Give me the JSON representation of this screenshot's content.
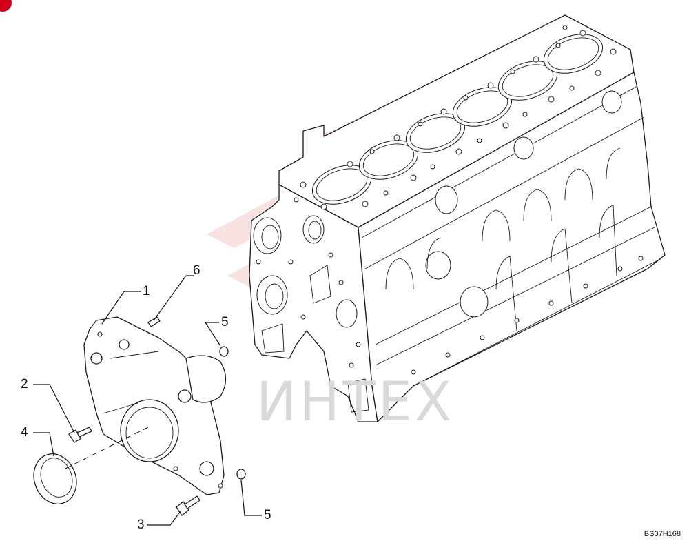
{
  "diagram": {
    "reference_code": "BS07H168",
    "watermark_text": "ИНТЕХ",
    "callouts": [
      {
        "id": "c1",
        "label": "1"
      },
      {
        "id": "c2",
        "label": "2"
      },
      {
        "id": "c3",
        "label": "3"
      },
      {
        "id": "c4",
        "label": "4"
      },
      {
        "id": "c5a",
        "label": "5"
      },
      {
        "id": "c5b",
        "label": "5"
      },
      {
        "id": "c6",
        "label": "6"
      }
    ],
    "colors": {
      "line": "#1a1a1a",
      "watermark_gray": "#d9d9d9",
      "watermark_red": "#f2c9c9",
      "corner_badge": "#d0021b"
    }
  }
}
